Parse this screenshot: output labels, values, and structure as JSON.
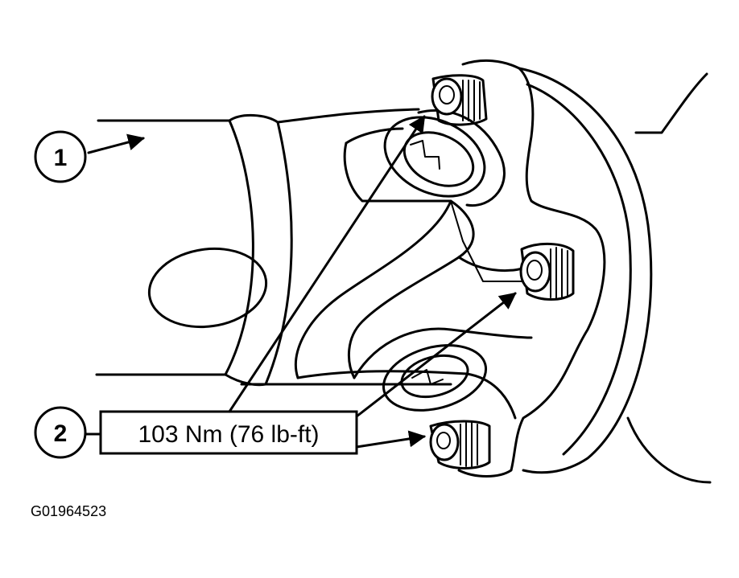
{
  "callouts": [
    {
      "number": "1"
    },
    {
      "number": "2"
    }
  ],
  "torque_spec": "103 Nm (76 lb-ft)",
  "figure_id": "G01964523"
}
